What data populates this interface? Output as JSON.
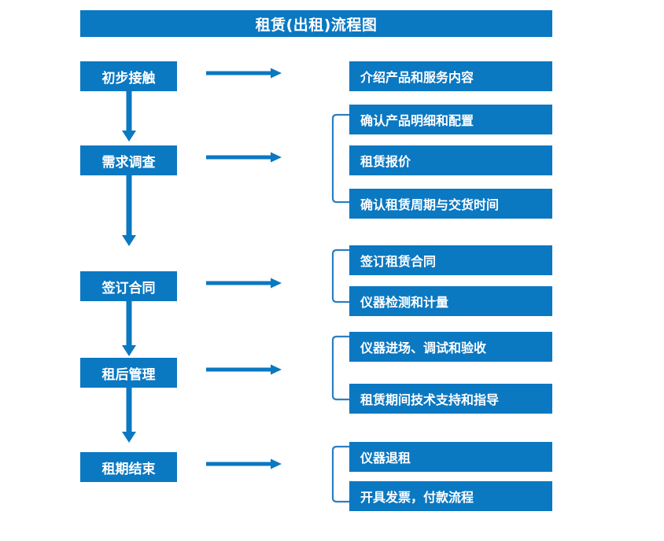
{
  "diagram": {
    "title": "租赁(出租)流程图",
    "accent_color": "#0b78c2",
    "text_color": "#ffffff",
    "background_color": "#ffffff",
    "type": "flowchart",
    "orientation": "vertical-stages-with-right-details",
    "stages": [
      {
        "id": "stage-1",
        "label": "初步接触",
        "details": [
          "介绍产品和服务内容"
        ],
        "has_bracket": false,
        "arrow_to_next": true
      },
      {
        "id": "stage-2",
        "label": "需求调查",
        "details": [
          "确认产品明细和配置",
          "租赁报价",
          "确认租赁周期与交货时间"
        ],
        "has_bracket": true,
        "arrow_to_next": true
      },
      {
        "id": "stage-3",
        "label": "签订合同",
        "details": [
          "签订租赁合同",
          "仪器检测和计量"
        ],
        "has_bracket": true,
        "arrow_to_next": true
      },
      {
        "id": "stage-4",
        "label": "租后管理",
        "details": [
          "仪器进场、调试和验收",
          "租赁期间技术支持和指导"
        ],
        "has_bracket": true,
        "arrow_to_next": true
      },
      {
        "id": "stage-5",
        "label": "租期结束",
        "details": [
          "仪器退租",
          "开具发票，付款流程"
        ],
        "has_bracket": true,
        "arrow_to_next": false
      }
    ],
    "icons": {
      "right_arrow": "arrow-right-icon",
      "down_arrow": "arrow-down-icon",
      "bracket": "group-bracket-icon"
    }
  }
}
